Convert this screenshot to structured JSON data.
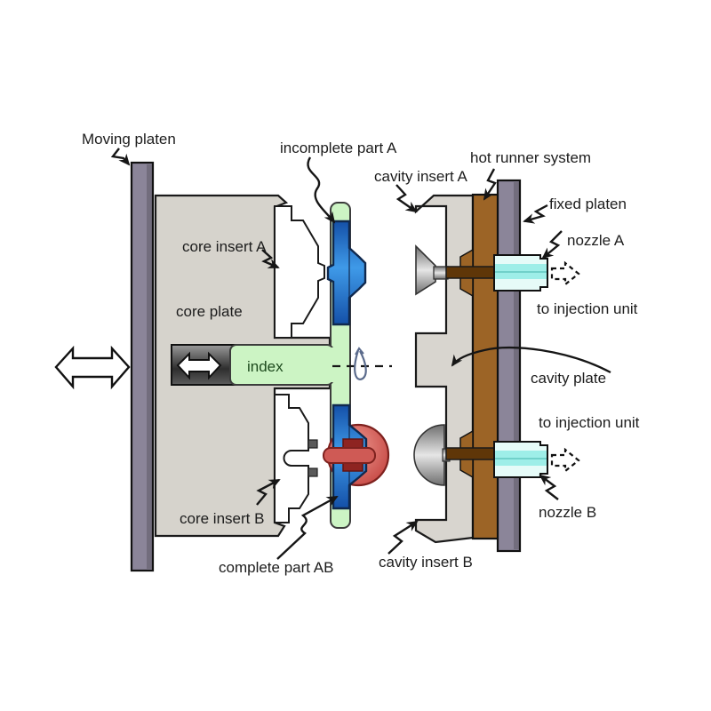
{
  "diagram": {
    "labels": {
      "moving_platen": "Moving platen",
      "incomplete_part_a": "incomplete part A",
      "cavity_insert_a": "cavity insert A",
      "hot_runner_system": "hot runner system",
      "fixed_platen": "fixed platen",
      "nozzle_a": "nozzle A",
      "to_injection_unit_top": "to injection unit",
      "cavity_plate": "cavity plate",
      "to_injection_unit_bottom": "to injection unit",
      "nozzle_b": "nozzle B",
      "core_insert_a": "core insert A",
      "core_plate": "core plate",
      "index": "index",
      "core_insert_b": "core insert B",
      "complete_part_ab": "complete part AB",
      "cavity_insert_b": "cavity insert B"
    },
    "colors": {
      "platen": "#8b8599",
      "core_plate": "#d6d3cc",
      "cavity_plate": "#d8d5cf",
      "hot_runner": "#9c6426",
      "runner_channel": "#5f3608",
      "index_plate_green": "#ccf4c4",
      "part_blue": "#2f7fe0",
      "part_red": "#cf5a55",
      "part_red_dark": "#8e2421",
      "nozzle_cyan": "#9eeee8",
      "insert_white": "#ffffff",
      "outline": "#1a1a1a"
    }
  }
}
